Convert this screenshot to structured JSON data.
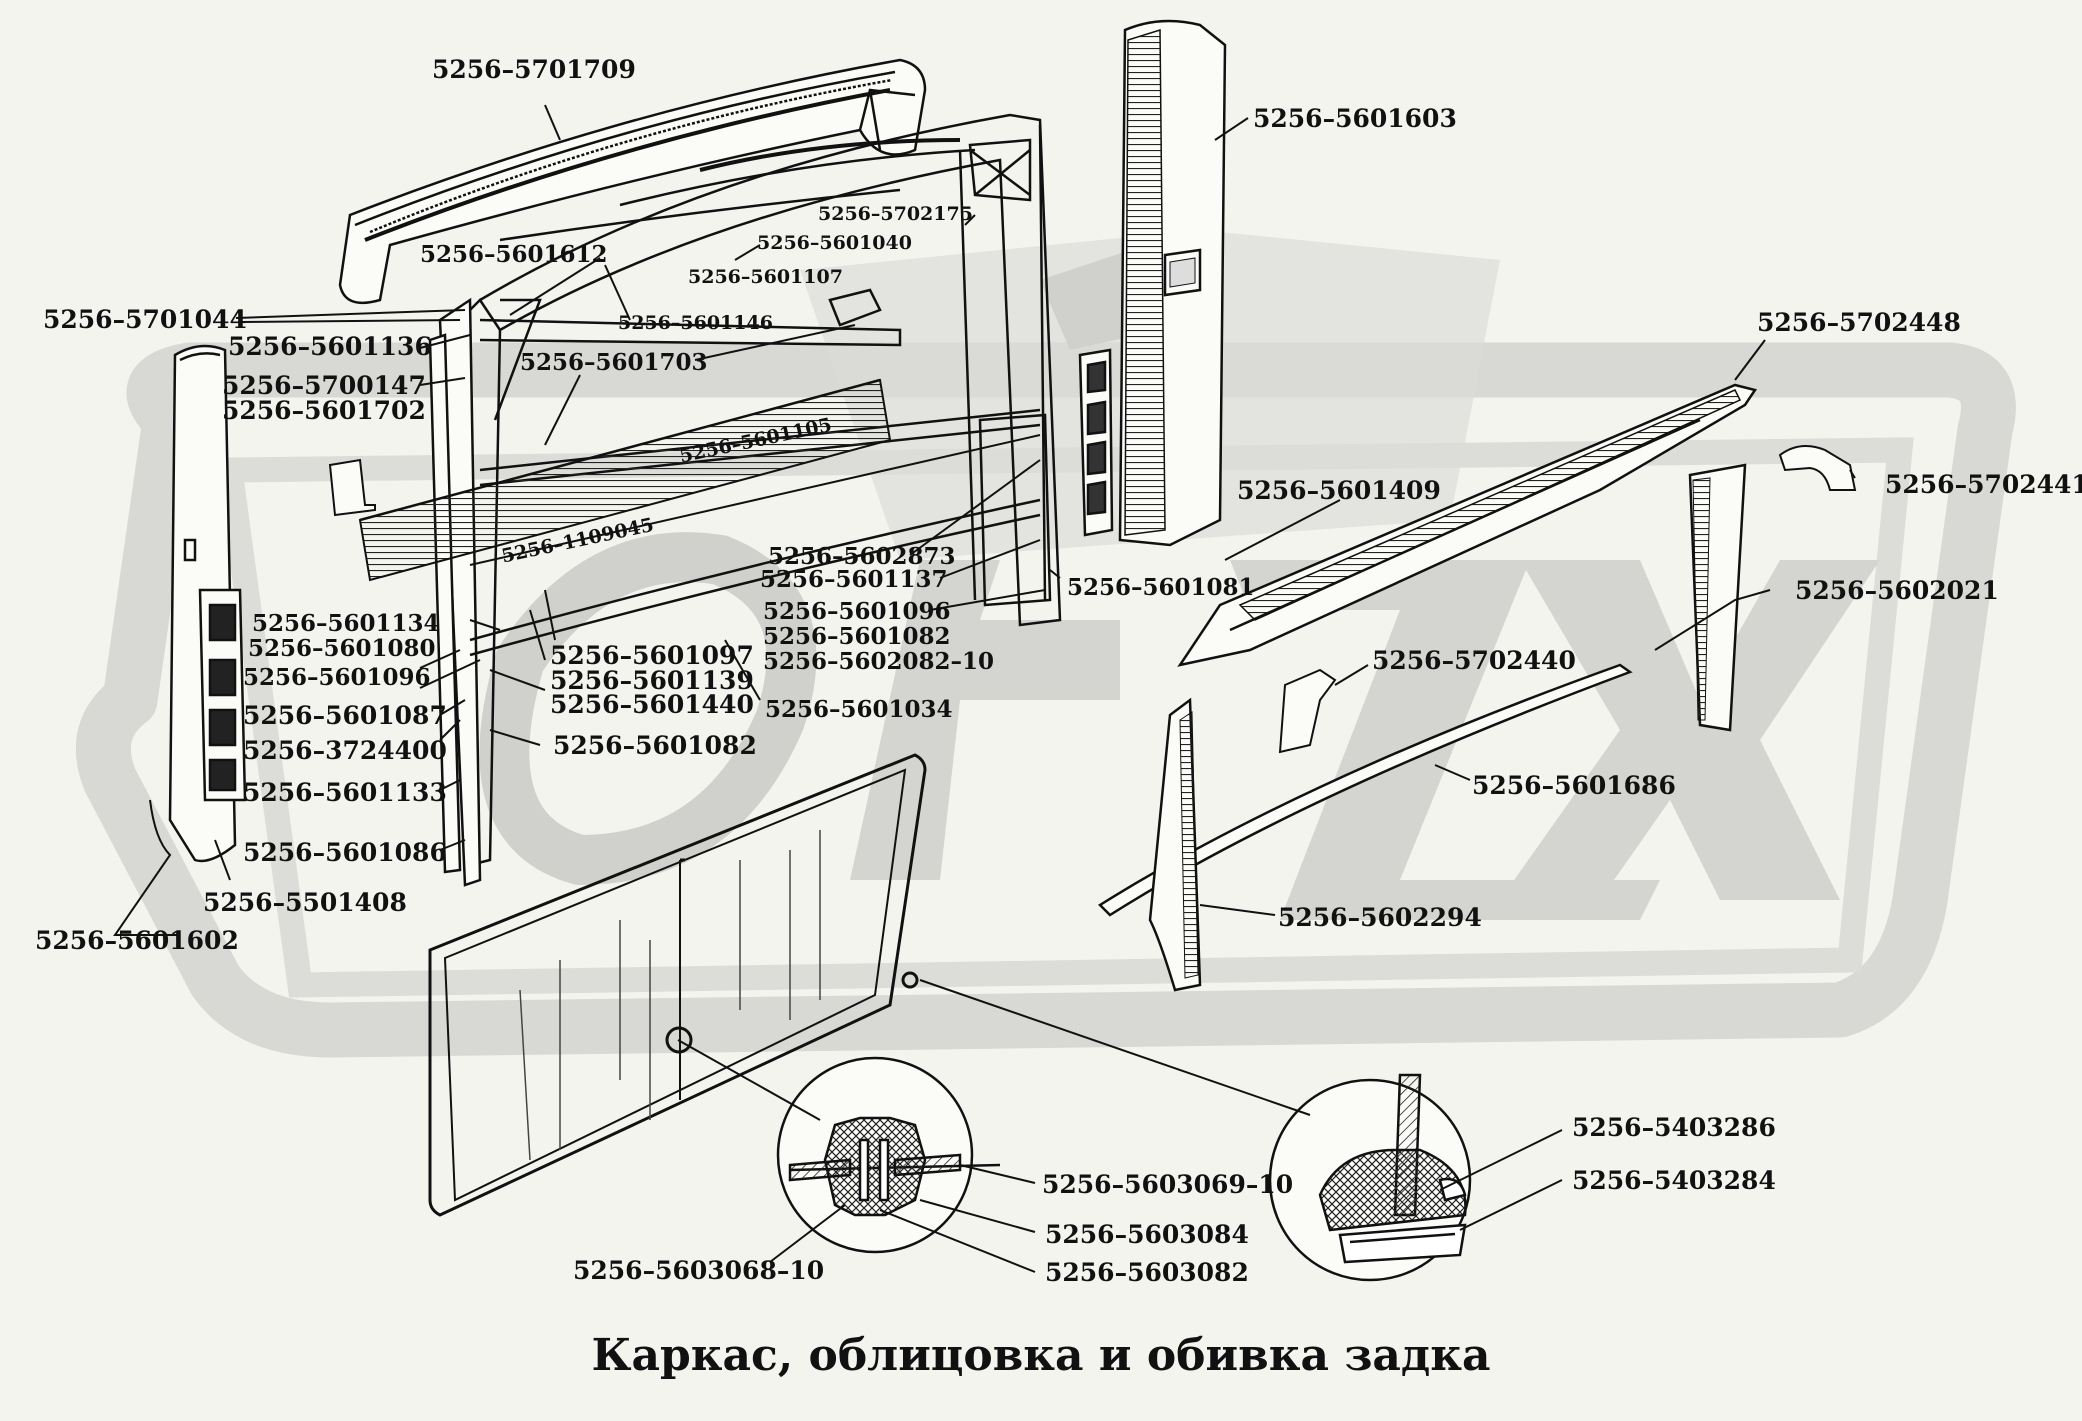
{
  "caption": "Каркас, облицовка и обивка задка",
  "watermark": "ОРЕХ",
  "colors": {
    "background": "#f4f4ef",
    "ink": "#111111",
    "watermark": "#d6d6d2"
  },
  "labels": {
    "l_5701709": "5256–5701709",
    "l_5601603": "5256–5601603",
    "l_5702175": "5256–5702175",
    "l_5601040": "5256–5601040",
    "l_5601612": "5256–5601612",
    "l_5601107": "5256–5601107",
    "l_5701044": "5256–5701044",
    "l_5601146": "5256–5601146",
    "l_5601136": "5256–5601136",
    "l_5601703": "5256–5601703",
    "l_5700147": "5256–5700147",
    "l_5601702": "5256–5601702",
    "l_5702448": "5256–5702448",
    "l_5601105": "5256–5601105",
    "l_1109045": "5256–1109045",
    "l_5702441": "5256–5702441",
    "l_5601409": "5256–5601409",
    "l_5602873": "5256–5602873",
    "l_5601137": "5256–5601137",
    "l_5601081": "5256–5601081",
    "l_5602021": "5256–5602021",
    "l_5601096a": "5256–5601096",
    "l_5601134": "5256–5601134",
    "l_5601082a": "5256–5601082",
    "l_5601080": "5256–5601080",
    "l_5601097": "5256–5601097",
    "l_5602082": "5256–5602082–10",
    "l_5702440": "5256–5702440",
    "l_5601096b": "5256–5601096",
    "l_5601139": "5256–5601139",
    "l_5601440": "5256–5601440",
    "l_5601034": "5256–5601034",
    "l_5601087": "5256–5601087",
    "l_5601082b": "5256–5601082",
    "l_3724400": "5256–3724400",
    "l_5601686": "5256–5601686",
    "l_5601133": "5256–5601133",
    "l_5601086": "5256–5601086",
    "l_5602294": "5256–5602294",
    "l_5501408": "5256–5501408",
    "l_5601602": "5256–5601602",
    "l_5403286": "5256–5403286",
    "l_5403284": "5256–5403284",
    "l_5603069": "5256–5603069–10",
    "l_5603084": "5256–5603084",
    "l_5603068": "5256–5603068–10",
    "l_5603082": "5256–5603082"
  }
}
